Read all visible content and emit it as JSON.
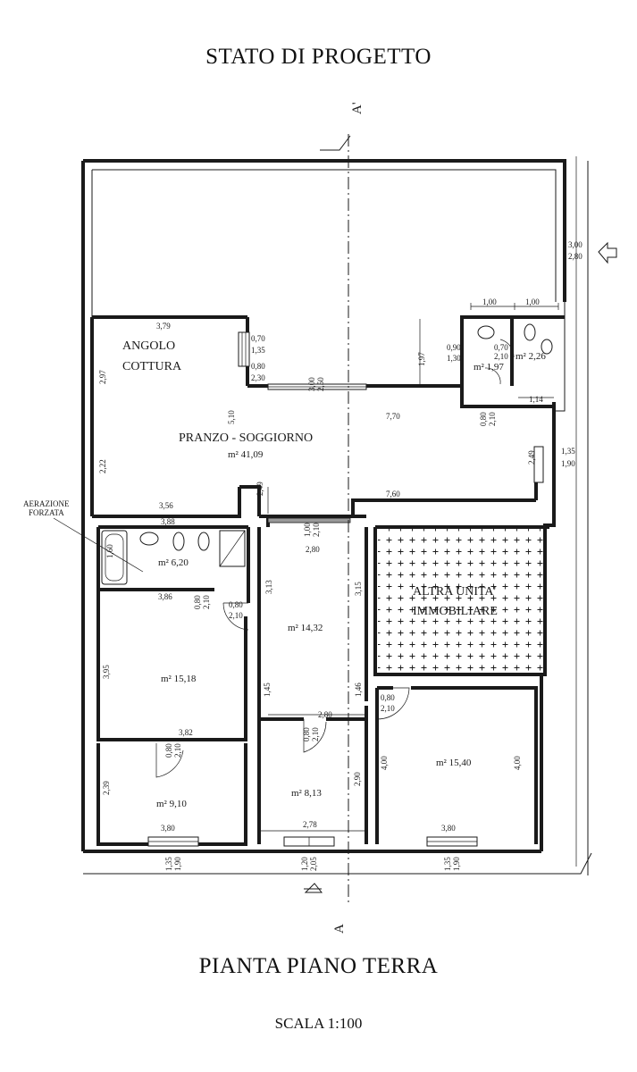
{
  "titles": {
    "top": "STATO DI PROGETTO",
    "bottom": "PIANTA PIANO TERRA",
    "scale": "SCALA 1:100"
  },
  "section": {
    "top": "A'",
    "bottom": "A"
  },
  "rooms": {
    "kitchen_1": "ANGOLO",
    "kitchen_2": "COTTURA",
    "living": "PRANZO - SOGGIORNO",
    "other_unit_1": "ALTRA UNITA'",
    "other_unit_2": "IMMOBILIARE",
    "aerazione_1": "AERAZIONE",
    "aerazione_2": "FORZATA"
  },
  "areas": {
    "living": "m² 41,09",
    "bath_main": "m² 6,20",
    "bath_small": "m² 1,97",
    "wc": "m² 2,26",
    "hall": "m² 14,32",
    "bed_left_mid": "m² 15,18",
    "bed_left_bottom": "m² 9,10",
    "room_center_bottom": "m² 8,13",
    "bed_right": "m² 15,40"
  },
  "dims": {
    "d379": "3,79",
    "d297": "2,97",
    "d222": "2,22",
    "d356": "3,56",
    "d510": "5,10",
    "d249a": "2,49",
    "d770": "7,70",
    "d760": "7,60",
    "d249b": "2,49",
    "d197v": "1,97",
    "d100a": "1,00",
    "d100b": "1,00",
    "d114": "1,14",
    "d388": "3,88",
    "d160": "1,60",
    "d386": "3,86",
    "d280a": "2,80",
    "d313": "3,13",
    "d315": "3,15",
    "d395": "3,95",
    "d145": "1,45",
    "d146": "1,46",
    "d280b": "2,80",
    "d382": "3,82",
    "d239": "2,39",
    "d380a": "3,80",
    "d290": "2,90",
    "d278": "2,78",
    "d400a": "4,00",
    "d400b": "4,00",
    "d380b": "3,80",
    "w070": "0,70",
    "w135": "1,35",
    "w080": "0,80",
    "w230": "2,30",
    "w300": "3,00",
    "w250": "2,50",
    "w090": "0,90",
    "w130": "1,30",
    "w070b": "0,70",
    "w210b": "2,10",
    "w080c": "0,80",
    "w210c": "2,10",
    "w300e": "3,00",
    "w280e": "2,80",
    "w135r": "1,35",
    "w190r": "1,90",
    "w100": "1,00",
    "w210d": "2,10",
    "w080d": "0,80",
    "w210e": "2,10",
    "w080f": "0,80",
    "w210f": "2,10",
    "w080g": "0,80",
    "w210g": "2,10",
    "w080h": "0,80",
    "w210h": "2,10",
    "w135a": "1,35",
    "w190a": "1,90",
    "w120": "1,20",
    "w205": "2,05",
    "w135b": "1,35",
    "w190b": "1,90"
  }
}
